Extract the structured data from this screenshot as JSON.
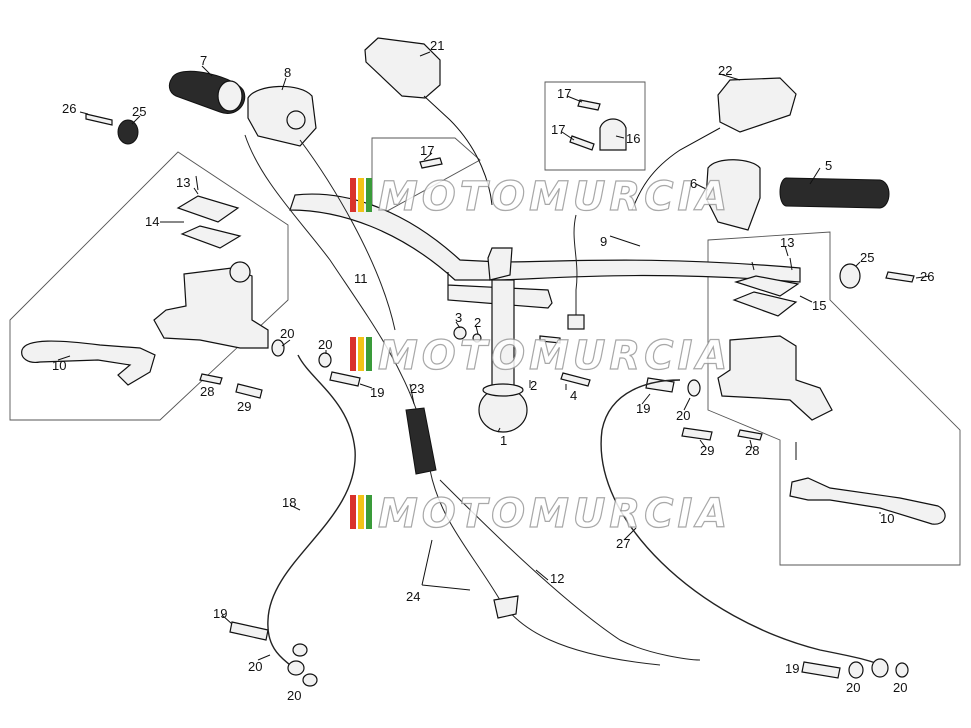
{
  "watermark": {
    "text": "MOTOMURCIA",
    "stripe_colors": [
      "#d9322b",
      "#f2c318",
      "#3a9b3a"
    ]
  },
  "callouts": [
    "1",
    "2",
    "2",
    "3",
    "4",
    "5",
    "6",
    "7",
    "8",
    "9",
    "10",
    "10",
    "11",
    "12",
    "13",
    "13",
    "14",
    "15",
    "16",
    "17",
    "17",
    "17",
    "18",
    "19",
    "19",
    "19",
    "19",
    "20",
    "20",
    "20",
    "20",
    "20",
    "20",
    "20",
    "21",
    "22",
    "23",
    "24",
    "25",
    "25",
    "26",
    "26",
    "27",
    "28",
    "28",
    "29",
    "29"
  ]
}
